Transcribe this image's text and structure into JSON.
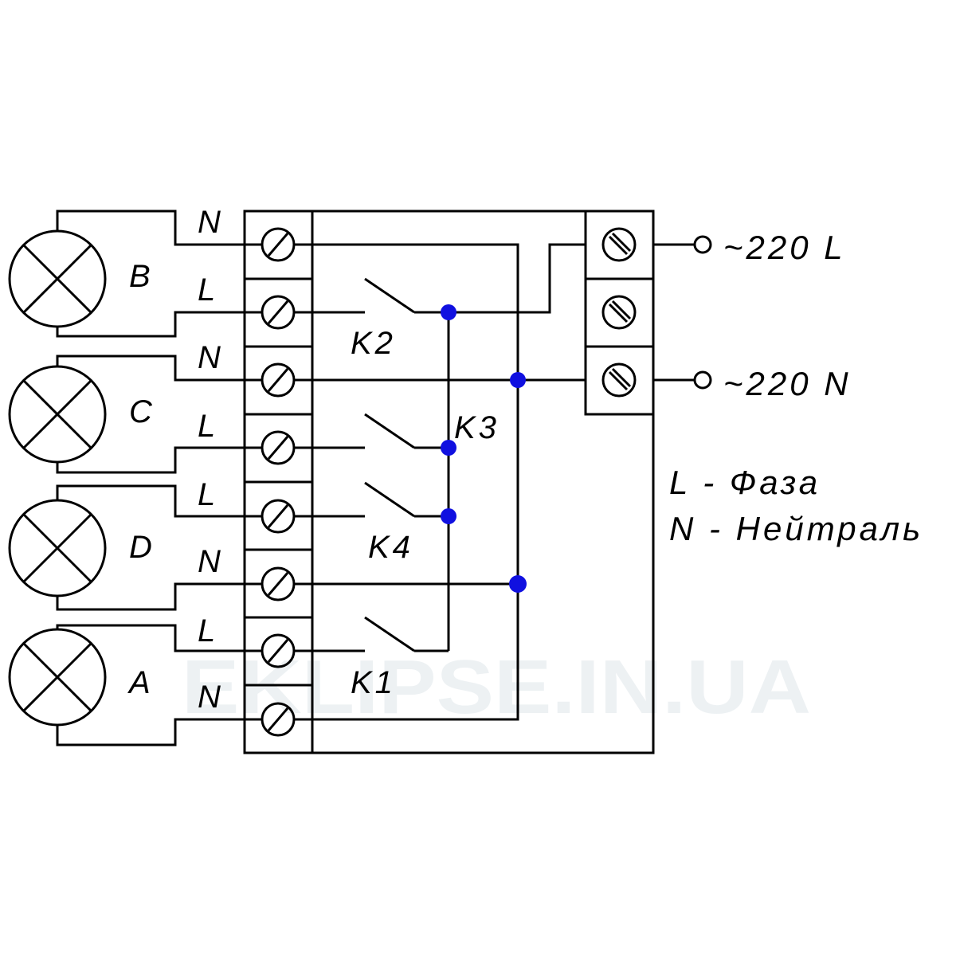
{
  "diagram": {
    "lamps": [
      "B",
      "C",
      "D",
      "A"
    ],
    "terminal_labels": [
      "N",
      "L",
      "N",
      "L",
      "L",
      "N",
      "L",
      "N"
    ],
    "relays": [
      "K2",
      "K3",
      "K4",
      "K1"
    ],
    "supply": {
      "line": "~220 L",
      "neutral": "~220 N"
    },
    "legend": {
      "line1": "L - Фаза",
      "line2": "N - Нейтраль"
    },
    "watermark": "EKLIPSE.IN.UA",
    "colors": {
      "wire": "#000000",
      "junction": "#1010e0",
      "watermark": "#dfe6e9"
    }
  }
}
